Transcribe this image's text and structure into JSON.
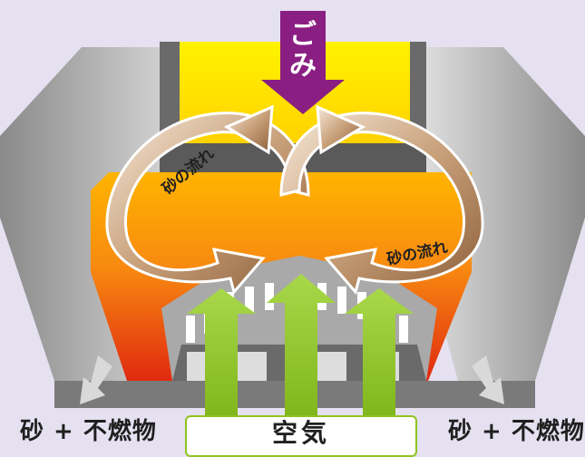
{
  "waste_label": "ごみ",
  "sand_flow_label": "砂の流れ",
  "outlet_label": "砂 + 不燃物",
  "air_label": "空気",
  "colors": {
    "background": "#e6e1f1",
    "wall": "#9a9a9a",
    "hot_bed_top": "#ffd800",
    "hot_bed_bottom": "#e83010",
    "waste_arrow": "#8a1e82",
    "air_arrow": "#8fc31f",
    "sand_arrow": "#b08662"
  }
}
